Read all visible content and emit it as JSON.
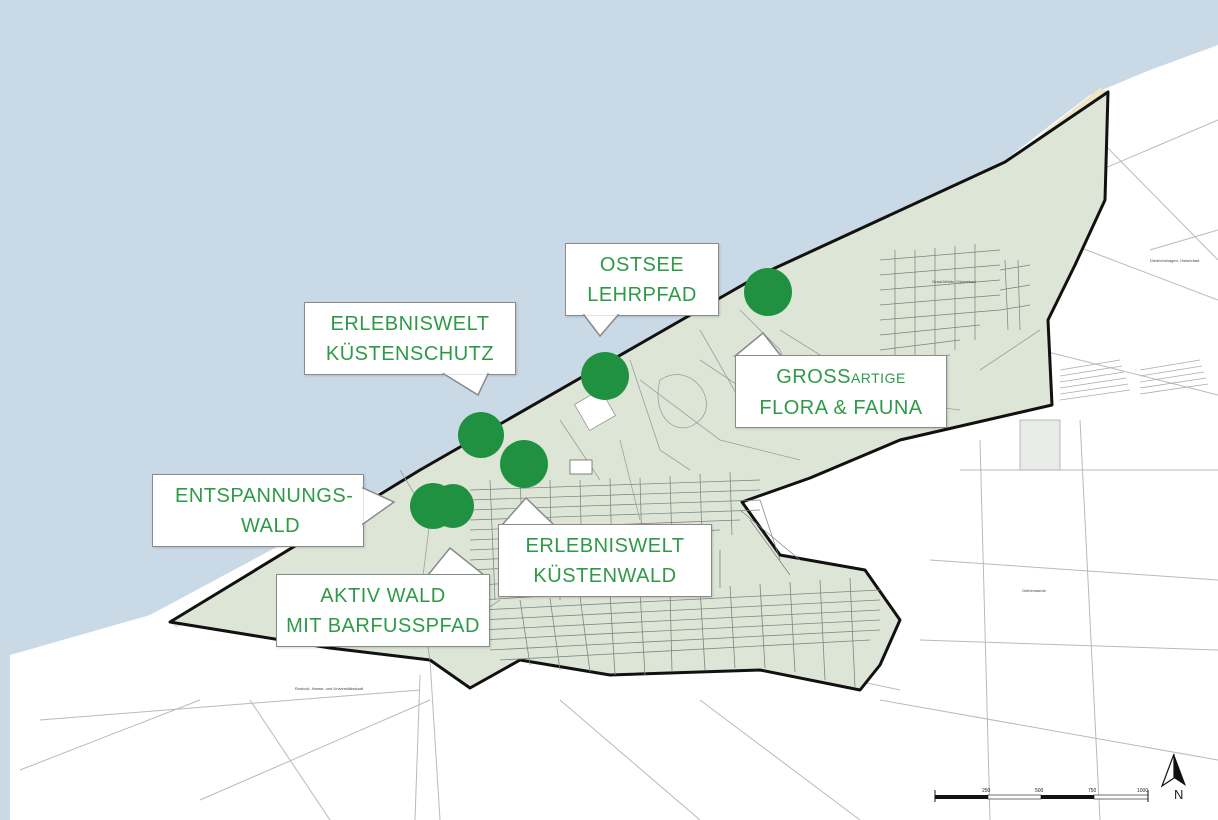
{
  "map": {
    "colors": {
      "sea": "#c9d9e6",
      "land": "#ffffff",
      "study_area": "#dde5d6",
      "beach": "#efe4c4",
      "boundary": "#111111",
      "roads": "#9da3a0",
      "pin": "#1f9140",
      "label_text": "#2e9a48"
    },
    "callouts": [
      {
        "id": "ostsee-lehrpfad",
        "lines": [
          "OSTSEE",
          "LEHRPFAD"
        ]
      },
      {
        "id": "erlebniswelt-kuestenschutz",
        "lines": [
          "ERLEBNISWELT",
          "KÜSTENSCHUTZ"
        ]
      },
      {
        "id": "grossartige-flora-fauna",
        "line1_big": "GROSS",
        "line1_small": "ARTIGE",
        "line2": "FLORA & FAUNA"
      },
      {
        "id": "entspannungswald",
        "lines": [
          "ENTSPANNUNGS-",
          "WALD"
        ]
      },
      {
        "id": "erlebniswelt-kuestenwald",
        "lines": [
          "ERLEBNISWELT",
          "KÜSTENWALD"
        ]
      },
      {
        "id": "aktiv-wald",
        "lines": [
          "AKTIV WALD",
          "MIT BARFUSSPFAD"
        ]
      }
    ],
    "pins": [
      {
        "id": "pin-flora-fauna"
      },
      {
        "id": "pin-ostsee-lehrpfad"
      },
      {
        "id": "pin-kuestenschutz"
      },
      {
        "id": "pin-kuestenwald"
      },
      {
        "id": "pin-entspannungswald"
      },
      {
        "id": "pin-aktiv-wald"
      }
    ],
    "scale_bar": {
      "ticks": [
        "250",
        "500",
        "750",
        "1000"
      ]
    },
    "north_arrow": {
      "label": "N",
      "icon": "north-arrow-icon"
    },
    "place_labels": [
      "Diedrichshagen, Ostseebad",
      "Graal-Müritz, Ostseebad",
      "Gelbensande",
      "Rostock, Hanse- und Universitätsstadt"
    ]
  }
}
